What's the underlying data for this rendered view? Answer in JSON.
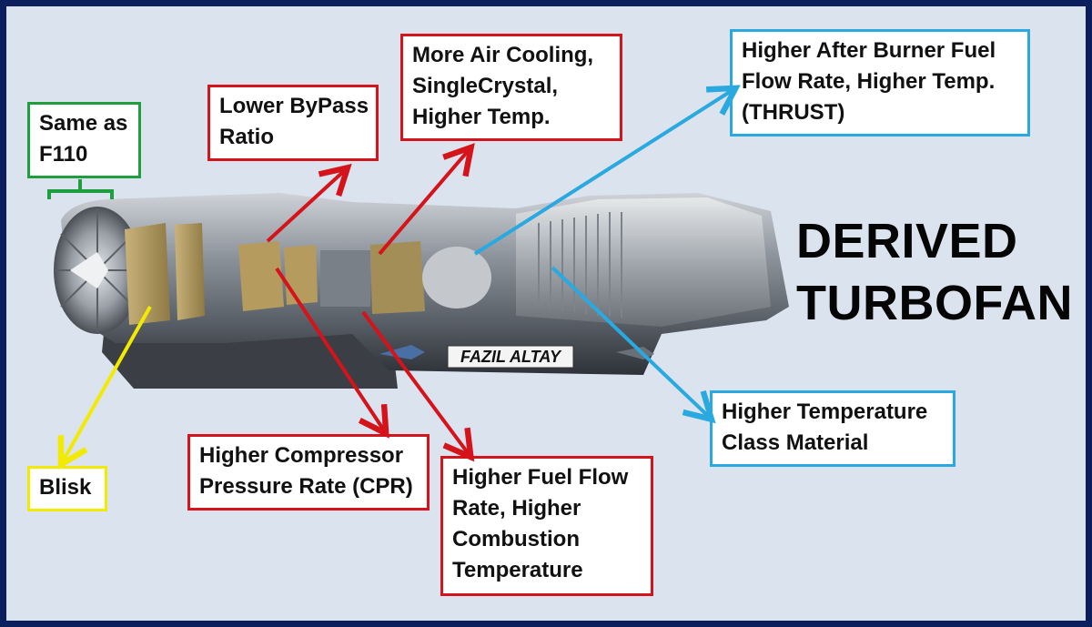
{
  "title": {
    "line1": "DERIVED",
    "line2": "TURBOFAN"
  },
  "engine_plate": "FAZIL ALTAY",
  "colors": {
    "red": "#d4131b",
    "blue": "#29a9e0",
    "green": "#1f9e3d",
    "yellow": "#f2ea00",
    "background": "#dbe3ef",
    "border": "#0a1f5c"
  },
  "callouts": {
    "fan": {
      "lines": [
        "Same as",
        "F110"
      ]
    },
    "bypass": {
      "lines": [
        "Lower ByPass",
        "Ratio"
      ]
    },
    "turbine": {
      "lines": [
        "More Air Cooling,",
        "SingleCrystal,",
        "Higher Temp."
      ]
    },
    "afterburner": {
      "lines": [
        "Higher After Burner Fuel",
        "Flow Rate, Higher Temp.",
        "(THRUST)"
      ]
    },
    "blisk": {
      "lines": [
        "Blisk"
      ]
    },
    "compressor": {
      "lines": [
        "Higher Compressor",
        "Pressure Rate (CPR)"
      ]
    },
    "combustion": {
      "lines": [
        "Higher Fuel Flow",
        "Rate, Higher",
        "Combustion",
        "Temperature"
      ]
    },
    "material": {
      "lines": [
        "Higher Temperature",
        "Class Material"
      ]
    }
  }
}
